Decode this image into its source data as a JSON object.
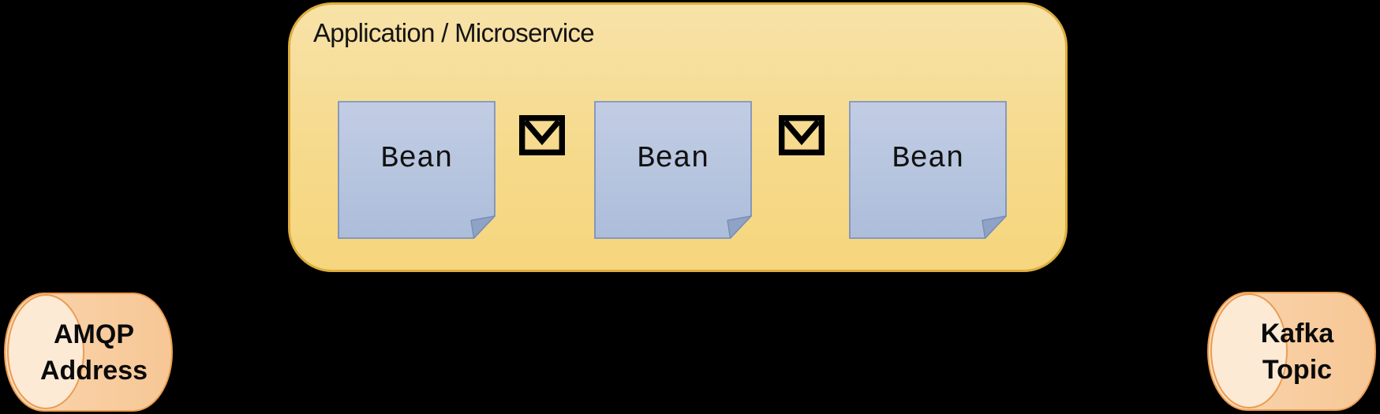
{
  "page": {
    "background": "#000000"
  },
  "diagram": {
    "application_box": {
      "title": "Application / Microservice",
      "fill_top": "#F7E2A8",
      "fill_bottom": "#F6D67D",
      "border_color": "#DDAD3F"
    },
    "beans": [
      {
        "label": "Bean"
      },
      {
        "label": "Bean"
      },
      {
        "label": "Bean"
      }
    ],
    "bean_style": {
      "fill_top": "#C2CDE4",
      "fill_bottom": "#ACBDDA",
      "border_color": "#7A8DB3",
      "fold_color": "#8FA3C7"
    },
    "message_icons": [
      {
        "icon": "envelope"
      },
      {
        "icon": "envelope"
      }
    ],
    "arrows": {
      "color": "#000000",
      "direction": "right-to-left"
    },
    "endpoints": [
      {
        "id": "amqp",
        "lines": [
          "AMQP",
          "Address"
        ]
      },
      {
        "id": "kafka",
        "lines": [
          "Kafka",
          "Topic"
        ]
      }
    ],
    "endpoint_style": {
      "body_fill": "#F8CB9D",
      "cap_fill": "#FCEAD5",
      "border_color": "#EB9C51"
    }
  }
}
